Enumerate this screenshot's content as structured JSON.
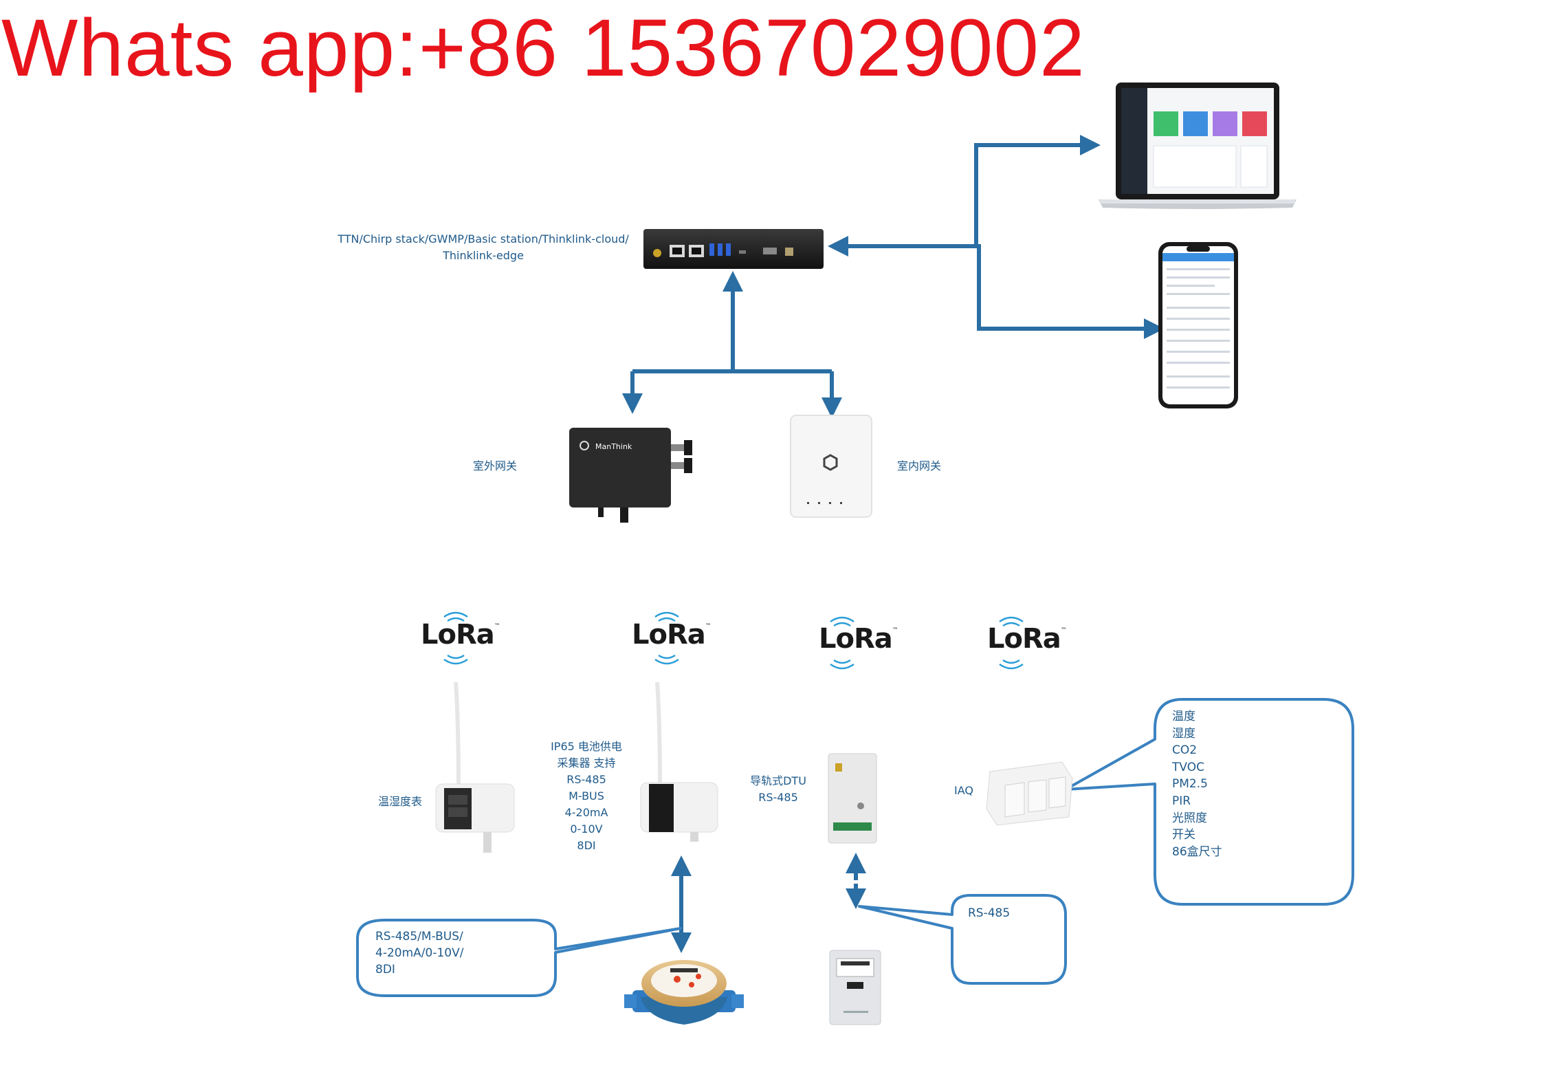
{
  "title": "Whats app:+86 15367029002",
  "server_label": [
    "TTN/Chirp stack/GWMP/Basic station/Thinklink-cloud/",
    "Thinklink-edge"
  ],
  "outdoor_gateway_label": "室外网关",
  "indoor_gateway_label": "室内网关",
  "outdoor_gateway_brand": "ManThink",
  "lora_logo_text": "LoRa",
  "lora_tm": "™",
  "thermo_label": "温湿度表",
  "collector_label": [
    "IP65 电池供电",
    "采集器 支持",
    "RS-485",
    "M-BUS",
    "4-20mA",
    "0-10V",
    "8DI"
  ],
  "dtu_label": [
    "导轨式DTU",
    "RS-485"
  ],
  "iaq_label": "IAQ",
  "iaq_features": [
    "温度",
    "湿度",
    "CO2",
    "TVOC",
    "PM2.5",
    "PIR",
    "光照度",
    "开关",
    "86盒尺寸"
  ],
  "bubble_left_text": [
    "RS-485/M-BUS/",
    "4-20mA/0-10V/",
    "8DI"
  ],
  "bubble_mid_text": "RS-485",
  "colors": {
    "title": "#e8141c",
    "arrow": "#2a6ea3",
    "label": "#1f5a8a",
    "bubble": "#3a82c0"
  }
}
